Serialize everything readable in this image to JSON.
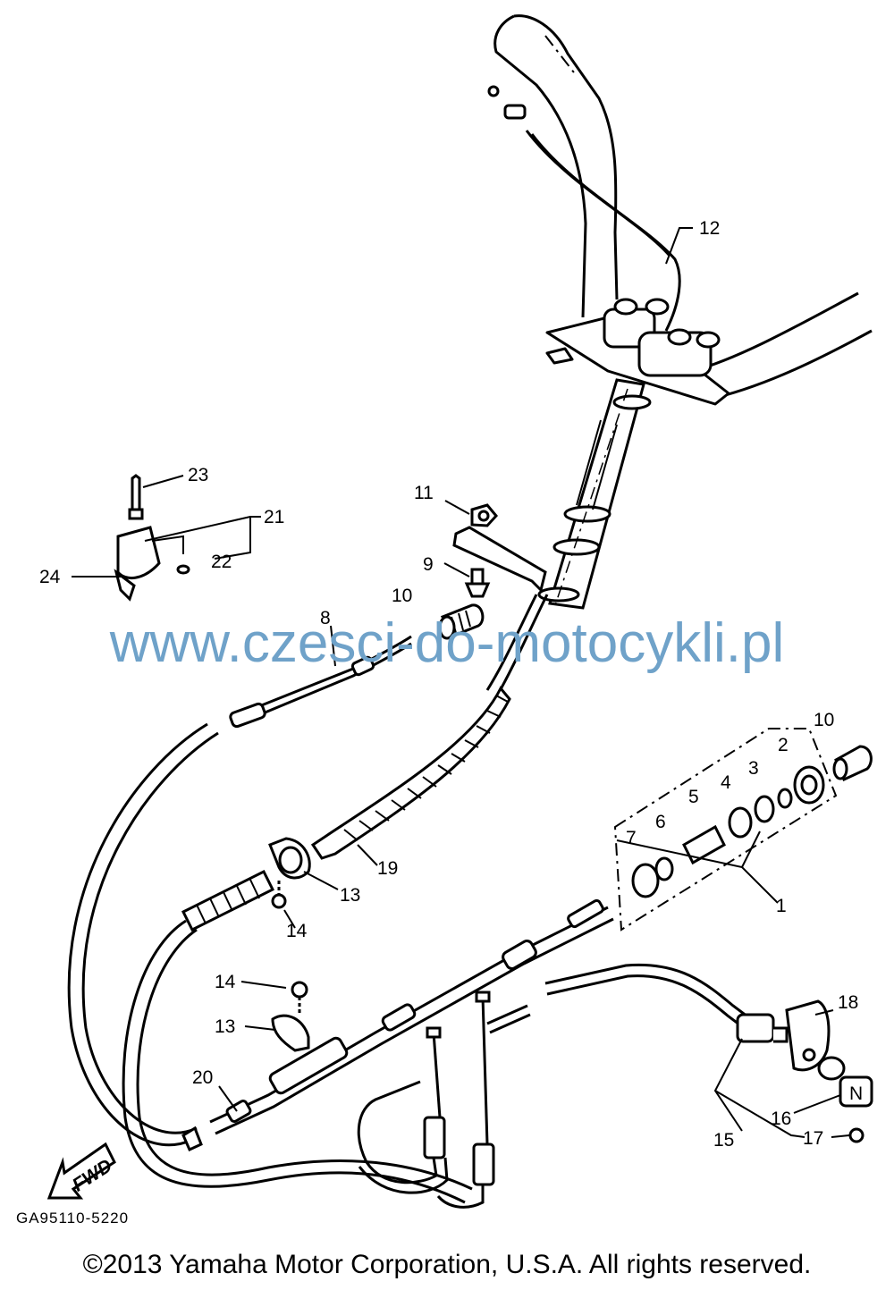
{
  "callouts": {
    "c1": "1",
    "c2": "2",
    "c3": "3",
    "c4": "4",
    "c5": "5",
    "c6": "6",
    "c7": "7",
    "c8": "8",
    "c9": "9",
    "c10a": "10",
    "c10b": "10",
    "c11": "11",
    "c12": "12",
    "c13a": "13",
    "c13b": "13",
    "c14a": "14",
    "c14b": "14",
    "c15": "15",
    "c16": "16",
    "c17": "17",
    "c18": "18",
    "c19": "19",
    "c20": "20",
    "c21": "21",
    "c22": "22",
    "c23": "23",
    "c24": "24"
  },
  "fwd_label": "FWD",
  "neutral_mark": "N",
  "diagram_ref": "GA95110-5220",
  "watermark": "www.czesci-do-motocykli.pl",
  "copyright": "©2013 Yamaha Motor Corporation, U.S.A. All rights reserved."
}
